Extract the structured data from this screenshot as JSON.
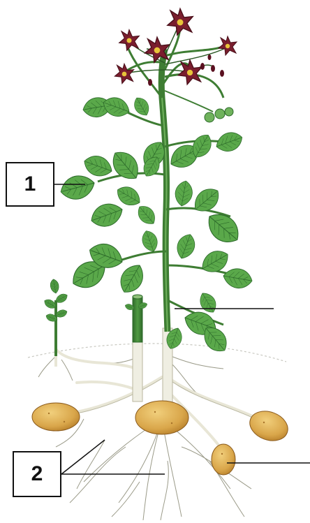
{
  "labels": [
    {
      "id": "label-1",
      "text": "1"
    },
    {
      "id": "label-2",
      "text": "2"
    }
  ],
  "colors": {
    "leaf": "#4f9a42",
    "leaf_dark": "#2c6a2a",
    "stem": "#3e7d33",
    "flower": "#7a1e2e",
    "flower_center": "#e8c53a",
    "tuber": "#d9a64a",
    "root": "#9a9a88",
    "pointer_line": "#111111"
  },
  "icons": {
    "plant": "potato-plant-illustration",
    "tuber": "potato-tuber-icon",
    "flower": "potato-flower-icon"
  }
}
